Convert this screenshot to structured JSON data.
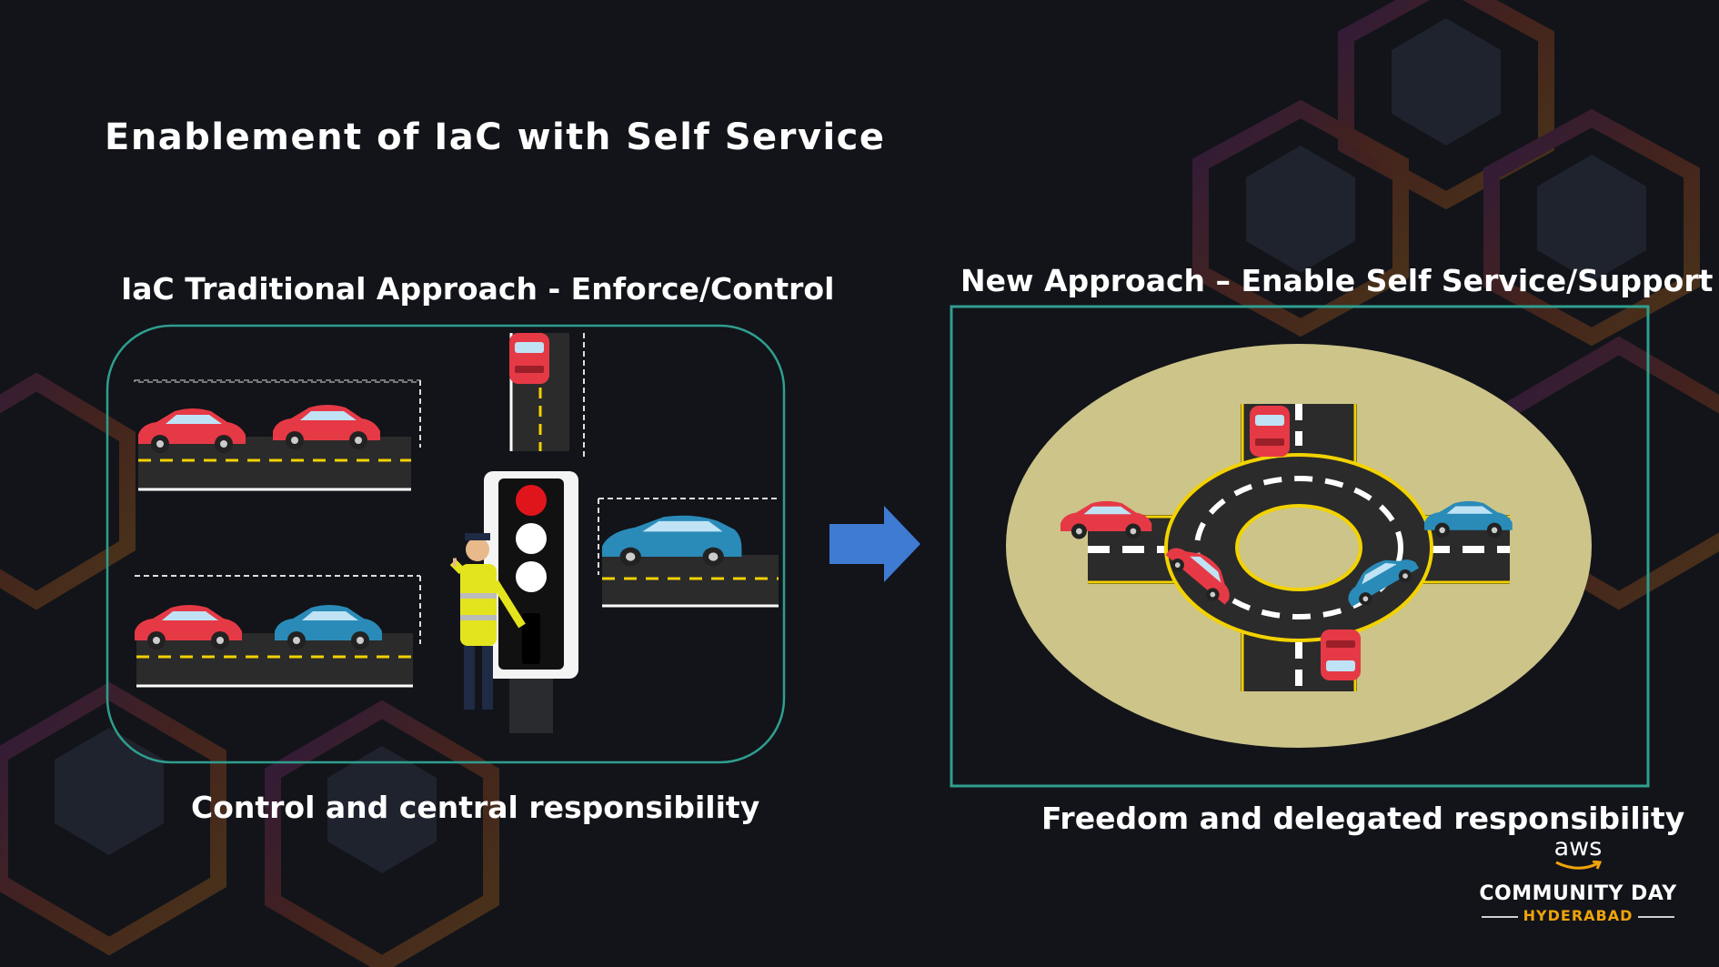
{
  "slide": {
    "title": "Enablement of IaC with Self Service",
    "left": {
      "heading": "IaC Traditional Approach - Enforce/Control",
      "caption": "Control and central responsibility"
    },
    "right": {
      "heading": "New Approach – Enable Self Service/Support",
      "caption": "Freedom and delegated responsibility"
    }
  },
  "logo": {
    "aws": "aws",
    "event": "COMMUNITY DAY",
    "city": "HYDERABAD"
  },
  "colors": {
    "background": "#121419",
    "frame": "#2f9e8f",
    "arrow": "#3f7bd3",
    "roundabout_ground": "#cdc48a",
    "road": "#2b2b2b",
    "lane_mark": "#f2d200",
    "car_red": "#e63946",
    "car_blue": "#2a8bb8",
    "brand_orange": "#f0a30a"
  },
  "icons": [
    "traffic-light-icon",
    "traffic-police-icon",
    "car-icon",
    "arrow-right-icon",
    "roundabout-icon",
    "aws-smile-icon"
  ]
}
